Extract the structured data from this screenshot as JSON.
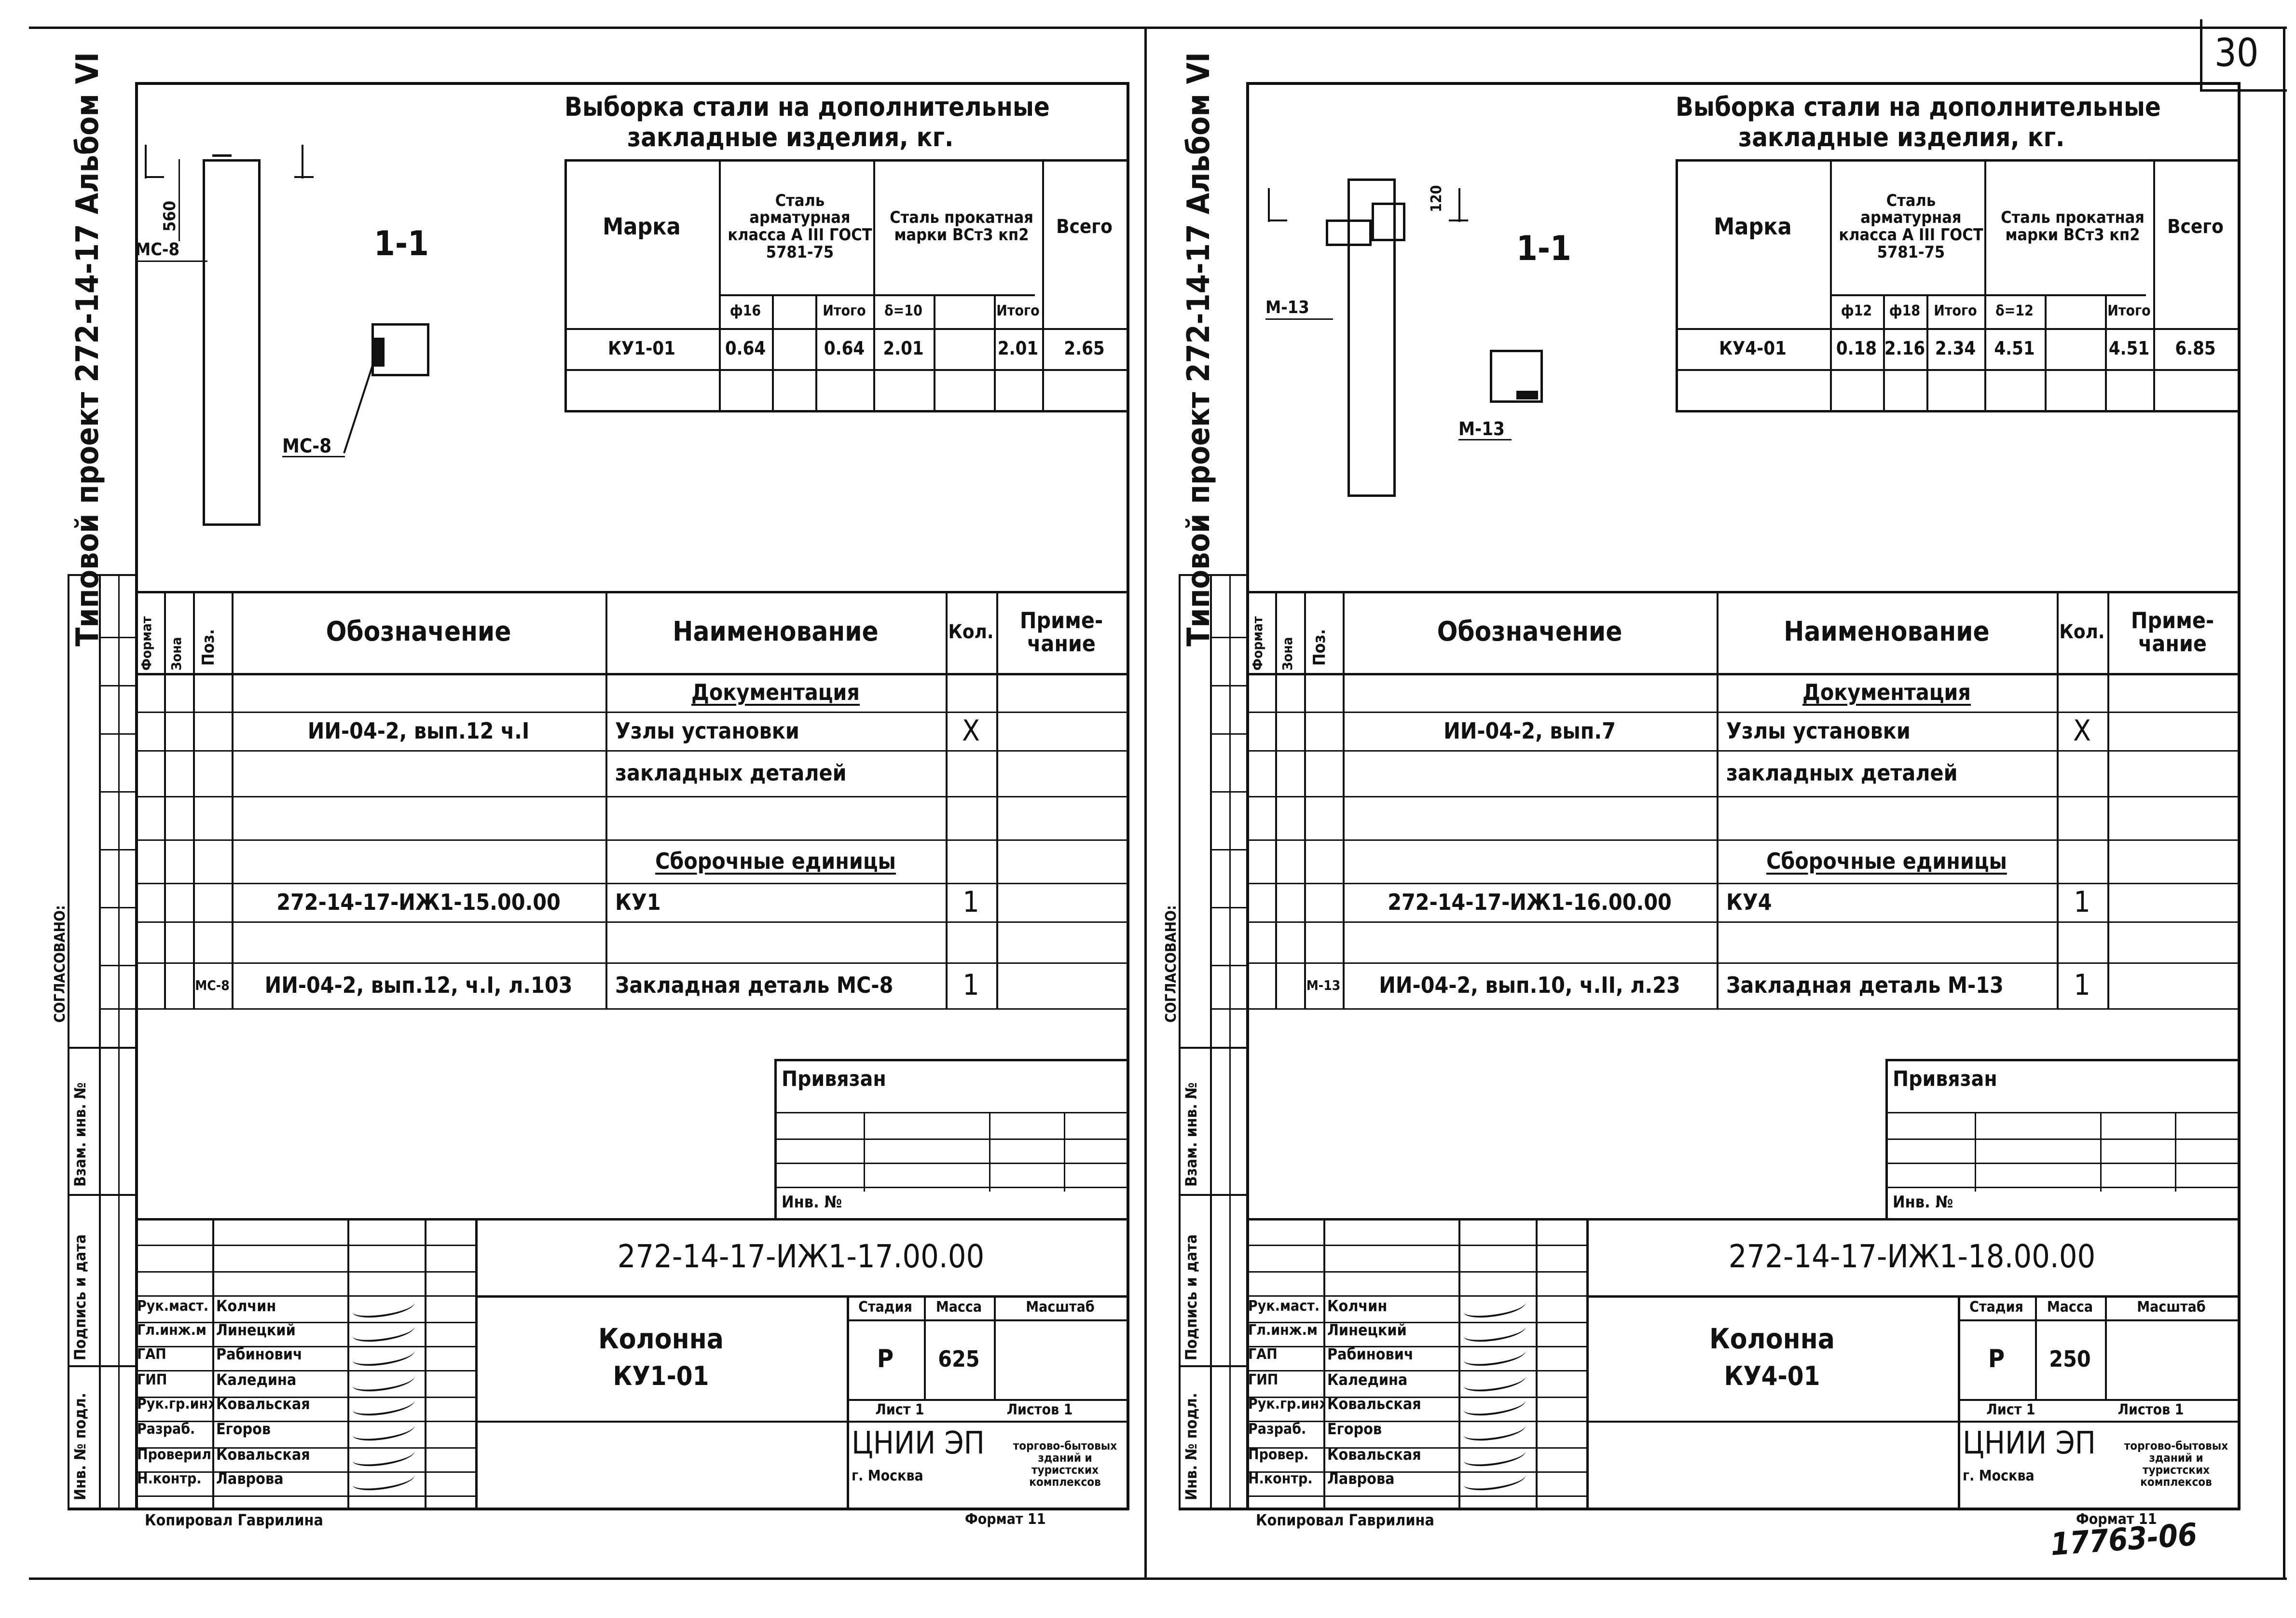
{
  "page": {
    "number": "30",
    "stamp": "17763-06"
  },
  "sheets": [
    {
      "album": "Типовой проект 272-14-17 Альбом VI",
      "approved_label": "СОГЛАСОВАНО:",
      "left_labels": [
        "Инв. № подл.",
        "Подпись и дата",
        "Взам. инв. №"
      ],
      "steel_table": {
        "title_line1": "Выборка стали на дополнительные",
        "title_line2": "закладные изделия, кг.",
        "col_mark": "Марка",
        "col_group1": "Сталь арматурная класса А III ГОСТ 5781-75",
        "col_group2": "Сталь прокатная марки ВСт3 кп2",
        "col_total": "Всего",
        "sub": [
          "ф16",
          "",
          "Итого",
          "δ=10",
          "",
          "Итого"
        ],
        "row": [
          "КУ1-01",
          "0.64",
          "",
          "0.64",
          "2.01",
          "",
          "2.01",
          "2.65"
        ]
      },
      "section_label": "1-1",
      "dimension": "560",
      "marks": {
        "top": "МС-8",
        "bottom": "МС-8"
      },
      "spec": {
        "headers": [
          "Формат",
          "Зона",
          "Поз.",
          "Обозначение",
          "Наименование",
          "Кол.",
          "Приме-чание"
        ],
        "rows": [
          {
            "poz": "",
            "oboz": "",
            "name": "Документация",
            "kol": ""
          },
          {
            "poz": "",
            "oboz": "ИИ-04-2, вып.12 ч.I",
            "name": "Узлы установки",
            "kol": "X"
          },
          {
            "poz": "",
            "oboz": "",
            "name": "закладных деталей",
            "kol": ""
          },
          {
            "poz": "",
            "oboz": "",
            "name": "",
            "kol": ""
          },
          {
            "poz": "",
            "oboz": "",
            "name": "Сборочные единицы",
            "kol": ""
          },
          {
            "poz": "",
            "oboz": "272-14-17-ИЖ1-15.00.00",
            "name": "КУ1",
            "kol": "1"
          },
          {
            "poz": "",
            "oboz": "",
            "name": "",
            "kol": ""
          },
          {
            "poz": "МС-8",
            "oboz": "ИИ-04-2, вып.12, ч.I, л.103",
            "name": "Закладная деталь МС-8",
            "kol": "1"
          }
        ]
      },
      "privyazan": "Привязан",
      "inv_no": "Инв. №",
      "title_block": {
        "code": "272-14-17-ИЖ1-17.00.00",
        "roles": [
          "Рук.маст.",
          "Гл.инж.м",
          "ГАП",
          "ГИП",
          "Рук.гр.инж.",
          "Разраб.",
          "Проверил",
          "Н.контр."
        ],
        "names": [
          "Колчин",
          "Линецкий",
          "Рабинович",
          "Каледина",
          "Ковальская",
          "Егоров",
          "Ковальская",
          "Лаврова"
        ],
        "item_name": "Колонна",
        "item_mark": "КУ1-01",
        "stage_label": "Стадия",
        "mass_label": "Масса",
        "scale_label": "Масштаб",
        "stage": "Р",
        "mass": "625",
        "scale": "",
        "sheet_label": "Лист 1",
        "sheets_label": "Листов 1",
        "org": "ЦНИИ ЭП",
        "city": "г. Москва",
        "org_note": "торгово-бытовых зданий и туристских комплексов"
      },
      "copied": "Копировал Гаврилина",
      "format": "Формат 11"
    },
    {
      "album": "Типовой проект 272-14-17 Альбом VI",
      "approved_label": "СОГЛАСОВАНО:",
      "left_labels": [
        "Инв. № подл.",
        "Подпись и дата",
        "Взам. инв. №"
      ],
      "steel_table": {
        "title_line1": "Выборка стали на дополнительные",
        "title_line2": "закладные изделия, кг.",
        "col_mark": "Марка",
        "col_group1": "Сталь арматурная класса А III ГОСТ 5781-75",
        "col_group2": "Сталь прокатная марки ВСт3 кп2",
        "col_total": "Всего",
        "sub": [
          "ф12",
          "ф18",
          "Итого",
          "δ=12",
          "",
          "Итого"
        ],
        "row": [
          "КУ4-01",
          "0.18",
          "2.16",
          "2.34",
          "4.51",
          "",
          "4.51",
          "6.85"
        ]
      },
      "section_label": "1-1",
      "dimension": "120",
      "marks": {
        "top": "М-13",
        "bottom": "М-13"
      },
      "spec": {
        "headers": [
          "Формат",
          "Зона",
          "Поз.",
          "Обозначение",
          "Наименование",
          "Кол.",
          "Приме-чание"
        ],
        "rows": [
          {
            "poz": "",
            "oboz": "",
            "name": "Документация",
            "kol": ""
          },
          {
            "poz": "",
            "oboz": "ИИ-04-2, вып.7",
            "name": "Узлы установки",
            "kol": "X"
          },
          {
            "poz": "",
            "oboz": "",
            "name": "закладных деталей",
            "kol": ""
          },
          {
            "poz": "",
            "oboz": "",
            "name": "",
            "kol": ""
          },
          {
            "poz": "",
            "oboz": "",
            "name": "Сборочные единицы",
            "kol": ""
          },
          {
            "poz": "",
            "oboz": "272-14-17-ИЖ1-16.00.00",
            "name": "КУ4",
            "kol": "1"
          },
          {
            "poz": "",
            "oboz": "",
            "name": "",
            "kol": ""
          },
          {
            "poz": "М-13",
            "oboz": "ИИ-04-2, вып.10, ч.II, л.23",
            "name": "Закладная деталь М-13",
            "kol": "1"
          }
        ]
      },
      "privyazan": "Привязан",
      "inv_no": "Инв. №",
      "title_block": {
        "code": "272-14-17-ИЖ1-18.00.00",
        "roles": [
          "Рук.маст.",
          "Гл.инж.м",
          "ГАП",
          "ГИП",
          "Рук.гр.инж.",
          "Разраб.",
          "Провер.",
          "Н.контр."
        ],
        "names": [
          "Колчин",
          "Линецкий",
          "Рабинович",
          "Каледина",
          "Ковальская",
          "Егоров",
          "Ковальская",
          "Лаврова"
        ],
        "item_name": "Колонна",
        "item_mark": "КУ4-01",
        "stage_label": "Стадия",
        "mass_label": "Масса",
        "scale_label": "Масштаб",
        "stage": "Р",
        "mass": "250",
        "scale": "",
        "sheet_label": "Лист 1",
        "sheets_label": "Листов 1",
        "org": "ЦНИИ ЭП",
        "city": "г. Москва",
        "org_note": "торгово-бытовых зданий и туристских комплексов"
      },
      "copied": "Копировал Гаврилина",
      "format": "Формат 11"
    }
  ]
}
